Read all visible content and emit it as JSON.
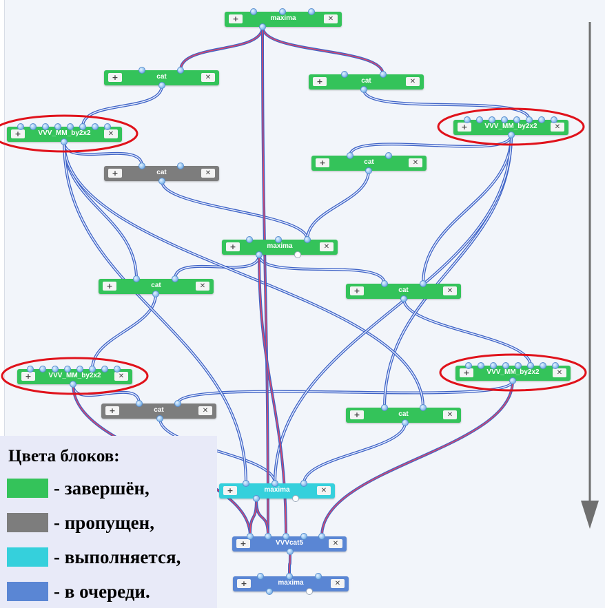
{
  "nodes": [
    {
      "id": "n0",
      "title": "maxima",
      "status": "done"
    },
    {
      "id": "n1",
      "title": "cat",
      "status": "done"
    },
    {
      "id": "n2",
      "title": "cat",
      "status": "done"
    },
    {
      "id": "n3",
      "title": "VVV_MM_by2x2",
      "status": "done",
      "highlighted": true
    },
    {
      "id": "n4",
      "title": "VVV_MM_by2x2",
      "status": "done",
      "highlighted": true
    },
    {
      "id": "n5",
      "title": "cat",
      "status": "skipped"
    },
    {
      "id": "n6",
      "title": "cat",
      "status": "done"
    },
    {
      "id": "n7",
      "title": "maxima",
      "status": "done"
    },
    {
      "id": "n8",
      "title": "cat",
      "status": "done"
    },
    {
      "id": "n9",
      "title": "cat",
      "status": "done"
    },
    {
      "id": "n10",
      "title": "VVV_MM_by2x2",
      "status": "done",
      "highlighted": true
    },
    {
      "id": "n11",
      "title": "VVV_MM_by2x2",
      "status": "done",
      "highlighted": true
    },
    {
      "id": "n12",
      "title": "cat",
      "status": "skipped"
    },
    {
      "id": "n13",
      "title": "cat",
      "status": "done"
    },
    {
      "id": "n14",
      "title": "maxima",
      "status": "running"
    },
    {
      "id": "n15",
      "title": "VVVcat5",
      "status": "queued"
    },
    {
      "id": "n16",
      "title": "maxima",
      "status": "queued"
    }
  ],
  "node_buttons": {
    "add_symbol": "+",
    "close_symbol": "✕"
  },
  "status_colors": {
    "done": "#34c35a",
    "skipped": "#7d7d7d",
    "running": "#35d0dc",
    "queued": "#5a86d4"
  },
  "highlight_color": "#e0121b",
  "legend": {
    "title": "Цвета блоков:",
    "items": [
      {
        "status": "done",
        "label": "- завершён,"
      },
      {
        "status": "skipped",
        "label": "- пропущен,"
      },
      {
        "status": "running",
        "label": "- выполняется,"
      },
      {
        "status": "queued",
        "label": "- в очереди."
      }
    ]
  },
  "flow_arrow": {
    "direction": "down",
    "color": "#6f6f6f"
  }
}
